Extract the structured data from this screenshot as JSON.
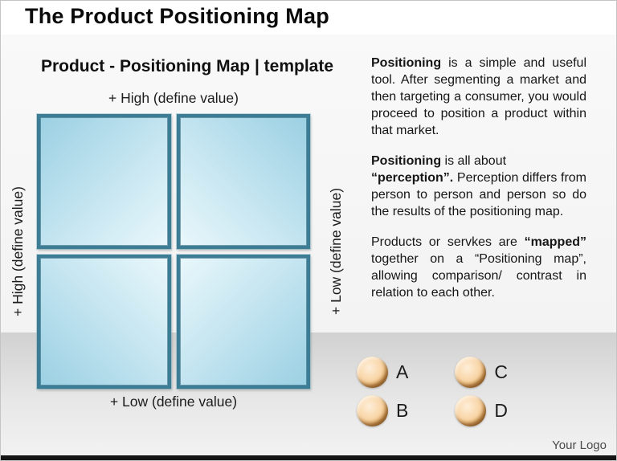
{
  "page": {
    "title": "The Product Positioning Map",
    "footer_logo": "Your Logo"
  },
  "map": {
    "subtitle": "Product - Positioning Map | template",
    "axis_top": "+ High (define value)",
    "axis_left": "+ High (define value)",
    "axis_right": "+ Low (define value)",
    "axis_bottom": "+ Low (define value)",
    "quadrants": [
      "top-left",
      "top-right",
      "bottom-left",
      "bottom-right"
    ]
  },
  "body_text": {
    "paragraphs": [
      {
        "segments": [
          {
            "text": "Positioning",
            "bold": true
          },
          {
            "text": " is a simple and useful tool. After segmenting a market and then targeting a consumer, you would proceed to position a product within that market.",
            "bold": false
          }
        ]
      },
      {
        "segments": [
          {
            "text": "Positioning",
            "bold": true
          },
          {
            "text": " is all about",
            "bold": false
          },
          {
            "br": true
          },
          {
            "text": "“perception”.",
            "bold": true
          },
          {
            "text": " Perception differs from person to person and person so do the results of the positioning map.",
            "bold": false
          }
        ]
      },
      {
        "segments": [
          {
            "text": "Products or servkes are ",
            "bold": false
          },
          {
            "text": "“mapped”",
            "bold": true
          },
          {
            "text": " together on a “Positioning map”, allowing comparison/ contrast in relation to each other.",
            "bold": false
          }
        ]
      }
    ]
  },
  "markers": {
    "items": [
      {
        "label": "A"
      },
      {
        "label": "B"
      },
      {
        "label": "C"
      },
      {
        "label": "D"
      }
    ]
  },
  "colors": {
    "quad_border": "#3c7d95",
    "quad_fill_outer": "#9bd0e3",
    "quad_fill_inner": "#e9f7fb",
    "marker_ring": "#a8723a",
    "marker_face": "#f8d4a4",
    "band_gray": "#d1d1d1",
    "bottom_bar": "#161616"
  }
}
